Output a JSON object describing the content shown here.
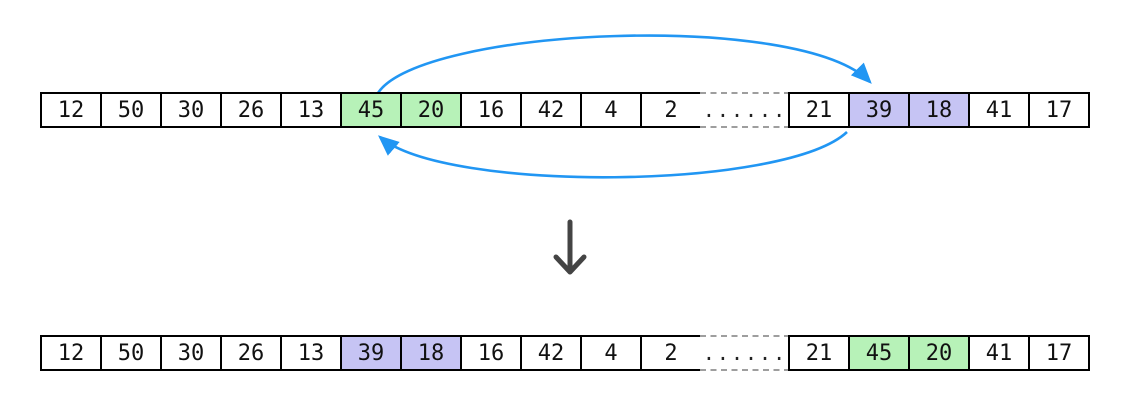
{
  "colors": {
    "green": "#b7f2b8",
    "purple": "#c6c4f4",
    "arrow": "#2196f3",
    "down_arrow": "#444444",
    "dashed": "#9e9e9e",
    "cell_border": "#000000"
  },
  "rows": {
    "before": {
      "cells": [
        {
          "value": "12"
        },
        {
          "value": "50"
        },
        {
          "value": "30"
        },
        {
          "value": "26"
        },
        {
          "value": "13"
        },
        {
          "value": "45",
          "type": "green"
        },
        {
          "value": "20",
          "type": "green"
        },
        {
          "value": "16"
        },
        {
          "value": "42"
        },
        {
          "value": "4"
        },
        {
          "value": "2"
        },
        {
          "value": "......",
          "type": "ellipsis"
        },
        {
          "value": "21"
        },
        {
          "value": "39",
          "type": "purple"
        },
        {
          "value": "18",
          "type": "purple"
        },
        {
          "value": "41"
        },
        {
          "value": "17"
        }
      ]
    },
    "after": {
      "cells": [
        {
          "value": "12"
        },
        {
          "value": "50"
        },
        {
          "value": "30"
        },
        {
          "value": "26"
        },
        {
          "value": "13"
        },
        {
          "value": "39",
          "type": "purple"
        },
        {
          "value": "18",
          "type": "purple"
        },
        {
          "value": "16"
        },
        {
          "value": "42"
        },
        {
          "value": "4"
        },
        {
          "value": "2"
        },
        {
          "value": "......",
          "type": "ellipsis"
        },
        {
          "value": "21"
        },
        {
          "value": "45",
          "type": "green"
        },
        {
          "value": "20",
          "type": "green"
        },
        {
          "value": "41"
        },
        {
          "value": "17"
        }
      ]
    }
  }
}
